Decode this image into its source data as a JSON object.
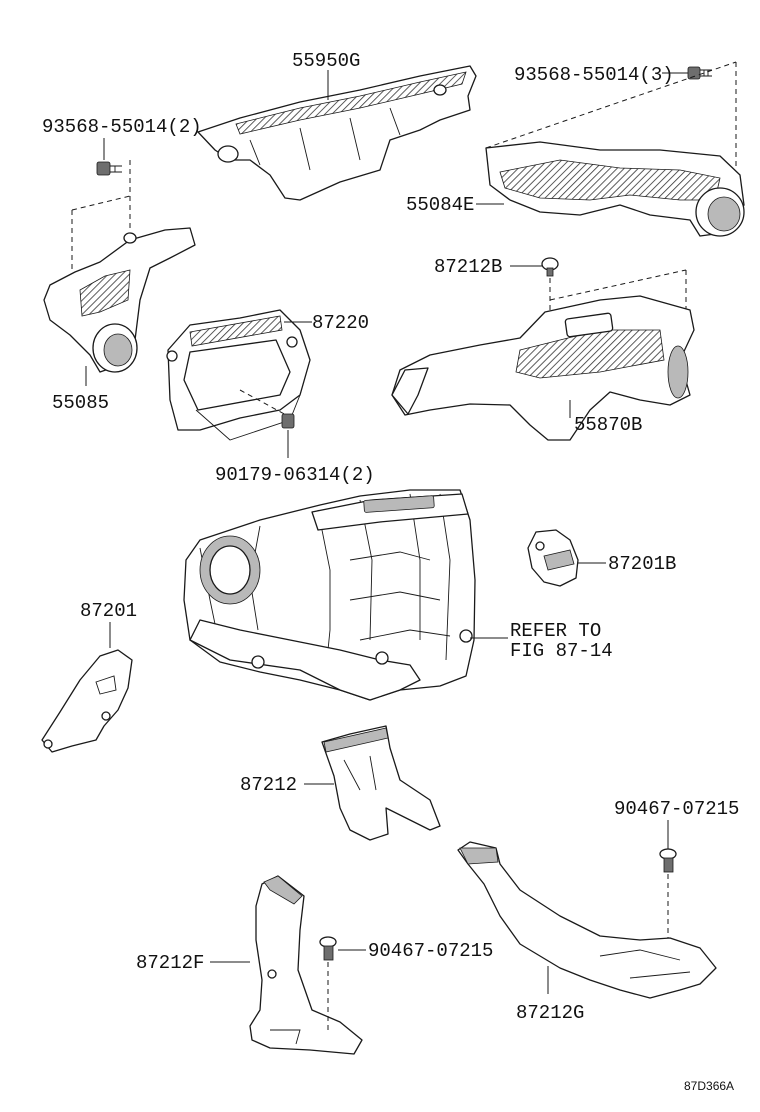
{
  "labels": {
    "p55950G": "55950G",
    "bolt_top_right": "93568-55014(3)",
    "bolt_top_left": "93568-55014(2)",
    "p55084E": "55084E",
    "p87212B": "87212B",
    "p87220": "87220",
    "p55085": "55085",
    "p55870B": "55870B",
    "bolt_mid": "90179-06314(2)",
    "p87201B": "87201B",
    "p87201": "87201",
    "refer_line1": "REFER TO",
    "refer_line2": "FIG 87-14",
    "p87212": "87212",
    "clip_right": "90467-07215",
    "clip_left": "90467-07215",
    "p87212F": "87212F",
    "p87212G": "87212G",
    "diagram_code": "87D366A"
  }
}
